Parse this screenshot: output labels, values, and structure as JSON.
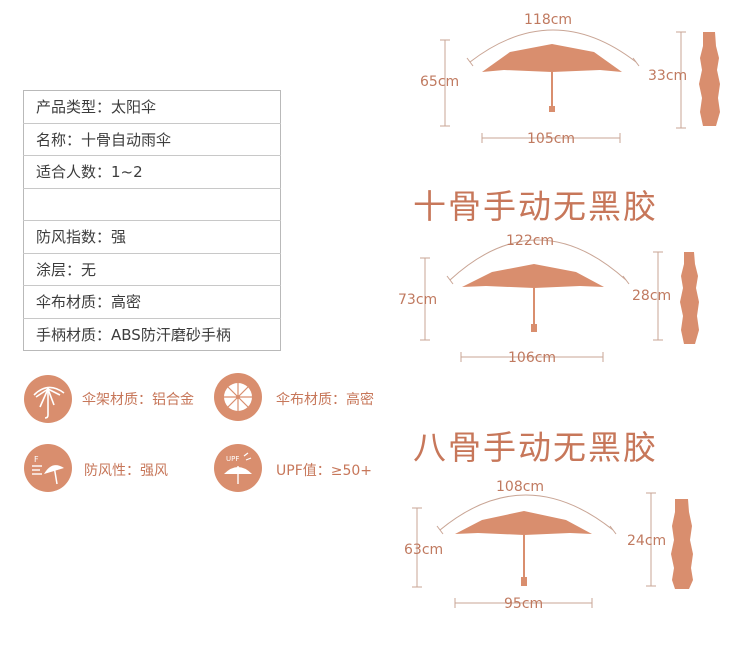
{
  "specs": [
    {
      "label": "产品类型：",
      "value": "太阳伞"
    },
    {
      "label": "名称：",
      "value": "十骨自动雨伞"
    },
    {
      "label": "适合人数：",
      "value": "1~2"
    },
    {
      "label": "",
      "value": ""
    },
    {
      "label": "防风指数：",
      "value": "强"
    },
    {
      "label": "涂层：",
      "value": "无"
    },
    {
      "label": "伞布材质：",
      "value": "高密"
    },
    {
      "label": "手柄材质：",
      "value": "ABS防汗磨砂手柄"
    }
  ],
  "features": [
    {
      "text": "伞架材质：铝合金",
      "icon": "umbrella-frame-icon"
    },
    {
      "text": "伞布材质：高密",
      "icon": "umbrella-top-icon"
    },
    {
      "text": "防风性：强风",
      "icon": "windproof-umbrella-icon"
    },
    {
      "text": "UPF值：≥50+",
      "icon": "upf-umbrella-icon"
    }
  ],
  "upf_icon_label": "UPF",
  "wind_icon_label": "F",
  "headings": {
    "ten_rib": "十骨手动无黑胶",
    "eight_rib": "八骨手动无黑胶"
  },
  "umbrellas": [
    {
      "width_top": "118cm",
      "height": "65cm",
      "width_bottom": "105cm",
      "folded": "33cm"
    },
    {
      "width_top": "122cm",
      "height": "73cm",
      "width_bottom": "106cm",
      "folded": "28cm"
    },
    {
      "width_top": "108cm",
      "height": "63cm",
      "width_bottom": "95cm",
      "folded": "24cm"
    }
  ],
  "colors": {
    "accent": "#d98e6e",
    "text_accent": "#c7775a",
    "line": "#c9a595"
  }
}
